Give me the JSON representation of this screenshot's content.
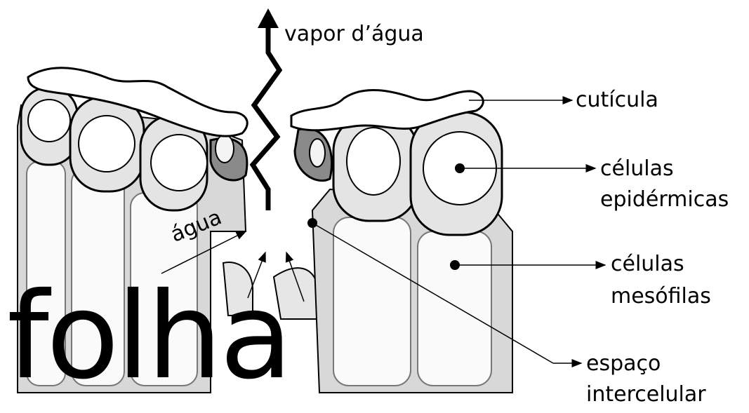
{
  "labels": {
    "vapor": "vapor d’água",
    "cuticula": "cutícula",
    "celulas_epi": "células",
    "epidermicas": "epidérmicas",
    "celulas_meso": "células",
    "mesofilas": "mesófilas",
    "espaco": "espaço",
    "intercelular": "intercelular",
    "agua": "água",
    "folha": "folha"
  }
}
